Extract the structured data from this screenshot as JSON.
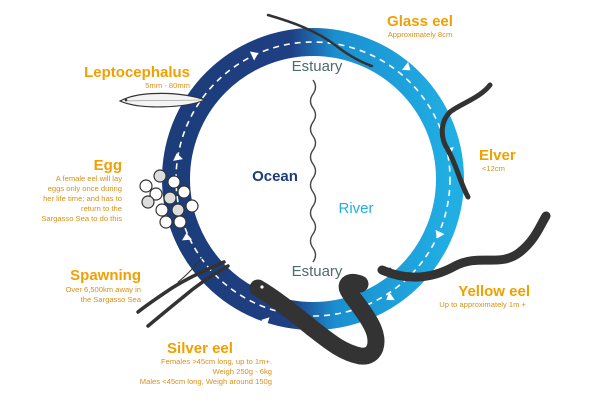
{
  "colors": {
    "ocean_ring": "#1c3d7a",
    "river_ring": "#21aee3",
    "title_orange": "#f0a000",
    "desc_orange": "#d8901a",
    "ocean_text": "#1c3d7a",
    "river_text": "#21aee3",
    "estuary_text": "#4f6b6b"
  },
  "zones": {
    "ocean": "Ocean",
    "river": "River",
    "estuary_top": "Estuary",
    "estuary_bottom": "Estuary"
  },
  "stages": {
    "glass_eel": {
      "title": "Glass eel",
      "desc": [
        "Approximately 8cm"
      ]
    },
    "elver": {
      "title": "Elver",
      "desc": [
        "<12cm"
      ]
    },
    "yellow_eel": {
      "title": "Yellow eel",
      "desc": [
        "Up to approximately 1m +"
      ]
    },
    "silver_eel": {
      "title": "Silver eel",
      "desc": [
        "Females  >45cm long, up to 1m+.",
        "Weigh 250g - 6kg",
        "Males <45cm long, Weigh around 150g"
      ]
    },
    "spawning": {
      "title": "Spawning",
      "desc": [
        "Over 6,500km away in",
        "the Sargasso Sea"
      ]
    },
    "egg": {
      "title": "Egg",
      "desc": [
        "A female eel will lay",
        "eggs only once during",
        "her life time; and has to",
        "return to the",
        "Sargasso Sea to do this"
      ]
    },
    "leptocephalus": {
      "title": "Leptocephalus",
      "desc": [
        "5mm - 80mm"
      ]
    }
  },
  "icons": [
    "cycle-arrow-icon",
    "glass-eel-icon",
    "elver-icon",
    "yellow-eel-icon",
    "silver-eel-icon",
    "spawning-eels-icon",
    "eggs-icon",
    "leptocephalus-icon"
  ]
}
